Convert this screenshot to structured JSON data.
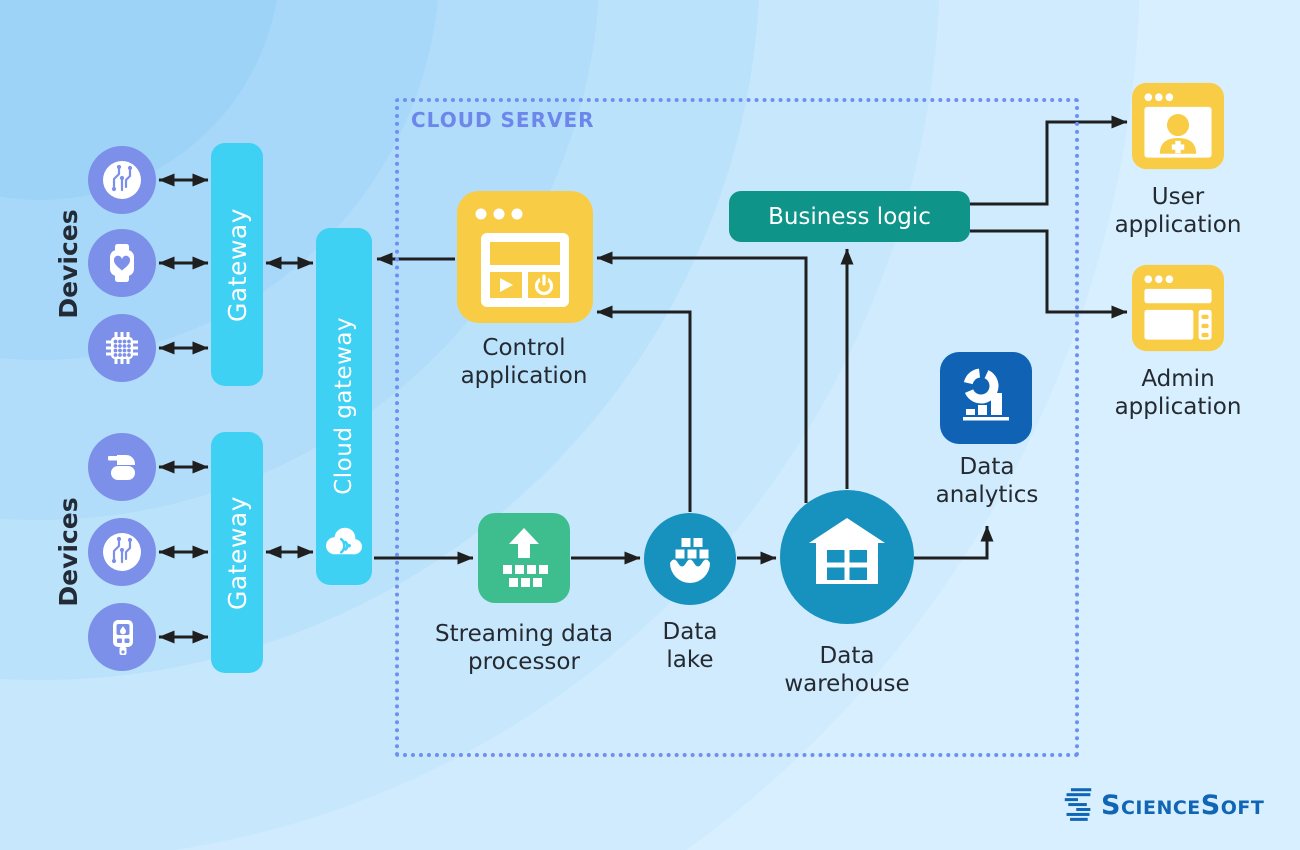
{
  "cloud_server": {
    "title": "CLOUD SERVER"
  },
  "device_groups": [
    {
      "label": "Devices",
      "devices": [
        "circuit-board",
        "smartwatch",
        "chip"
      ]
    },
    {
      "label": "Devices",
      "devices": [
        "smart-appliance",
        "circuit-board",
        "glucose-meter"
      ]
    }
  ],
  "gateways": [
    {
      "label": "Gateway"
    },
    {
      "label": "Gateway"
    }
  ],
  "cloud_gateway": {
    "label": "Cloud gateway"
  },
  "nodes": {
    "control_app": {
      "label": "Control\napplication"
    },
    "business_logic": {
      "label": "Business logic"
    },
    "streaming_processor": {
      "label": "Streaming data\nprocessor"
    },
    "data_lake": {
      "label": "Data\nlake"
    },
    "data_warehouse": {
      "label": "Data\nwarehouse"
    },
    "data_analytics": {
      "label": "Data\nanalytics"
    },
    "user_app": {
      "label": "User\napplication"
    },
    "admin_app": {
      "label": "Admin\napplication"
    }
  },
  "brand": {
    "name": "ScienceSoft"
  },
  "colors": {
    "device_circle": "#7D90E9",
    "gateway_cyan": "#3ED1F4",
    "cloud_border_blue": "#6F8FF2",
    "app_yellow": "#F9CC45",
    "business_teal": "#0E9488",
    "stream_green": "#3EBE8E",
    "data_teal": "#1791BD",
    "analytics_blue": "#1063B4",
    "arrow_black": "#1F1F1F",
    "brand_blue": "#1065B5"
  }
}
